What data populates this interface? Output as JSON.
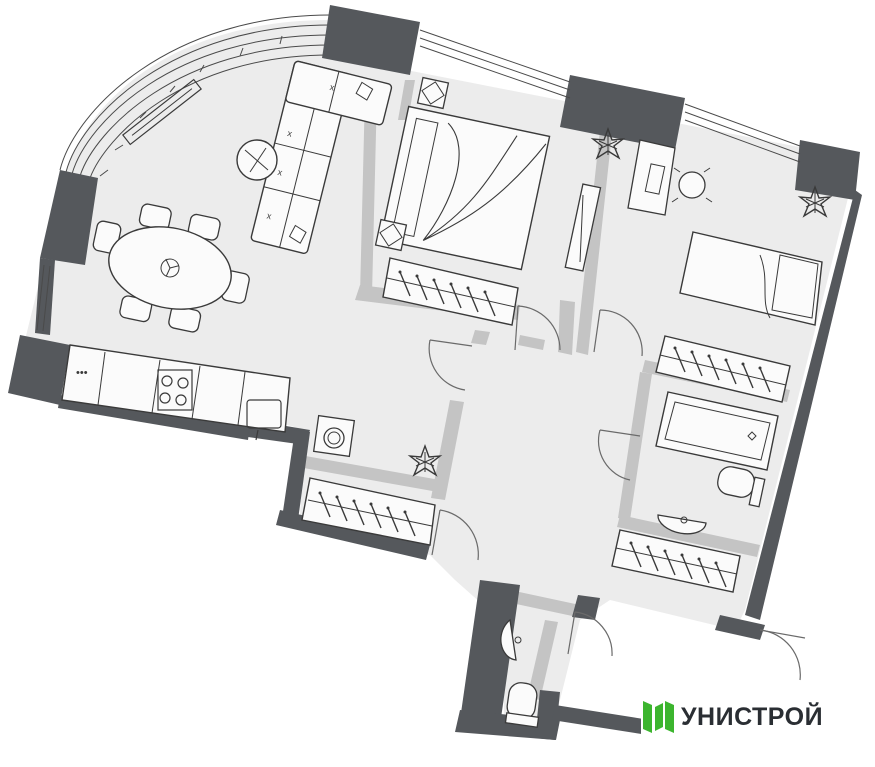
{
  "plan": {
    "type": "apartment floor plan",
    "rooms": [
      "living room with kitchen",
      "bedroom",
      "second bedroom",
      "hallway",
      "bathroom",
      "toilet"
    ]
  },
  "brand": {
    "name": "УНИСТРОЙ",
    "color": "#3cb52e"
  },
  "colors": {
    "wall": "#55585c",
    "floor": "#ececec",
    "partition": "#c4c4c4",
    "line": "#3a3a3a"
  }
}
